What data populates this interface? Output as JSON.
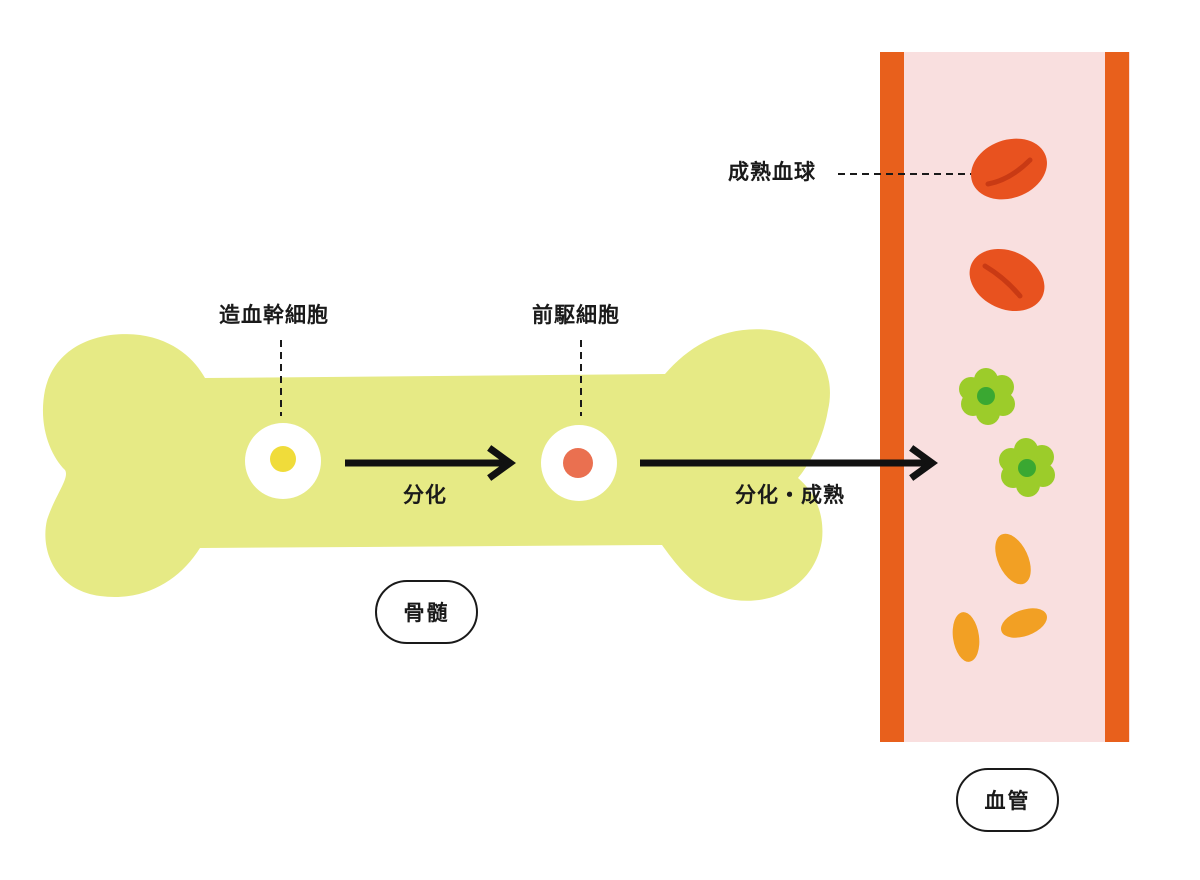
{
  "labels": {
    "stem_cell": "造血幹細胞",
    "progenitor_cell": "前駆細胞",
    "mature_blood_cell": "成熟血球",
    "arrow_differentiation": "分化",
    "arrow_differentiation_maturation": "分化・成熟",
    "bone_marrow": "骨髄",
    "blood_vessel": "血管"
  },
  "colors": {
    "bone": "#e6ea85",
    "vessel_wall": "#e8601c",
    "vessel_lumen": "#f9dfdf",
    "red_blood_cell": "#e8521f",
    "white_blood_cell": "#9ccc2a",
    "white_blood_cell_nucleus": "#3aa832",
    "platelet": "#f2a024",
    "stem_cell_nucleus": "#f0dc3a",
    "progenitor_nucleus": "#ea7050",
    "arrow": "#111111"
  }
}
